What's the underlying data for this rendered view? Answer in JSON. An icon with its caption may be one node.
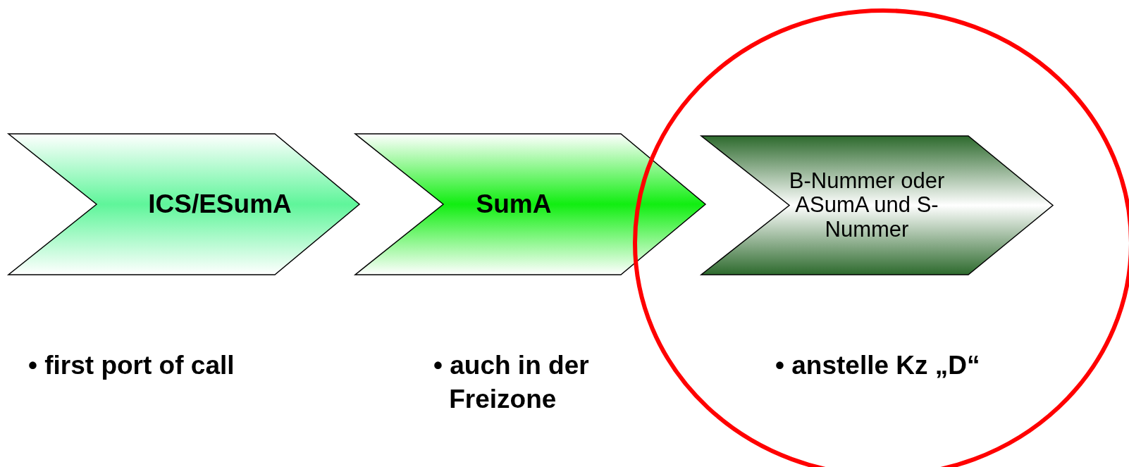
{
  "diagram": {
    "nodes": [
      {
        "text": [
          "ICS/ESumA"
        ],
        "beside": [
          "• first port of call"
        ]
      },
      {
        "text": [
          "SumA"
        ],
        "beside": [
          "• auch in der Freizone"
        ]
      },
      {
        "text": [
          "B-Nummer oder ASumA und S-Nummer"
        ],
        "beside": [
          "• anstelle Kz „D“"
        ]
      }
    ]
  }
}
